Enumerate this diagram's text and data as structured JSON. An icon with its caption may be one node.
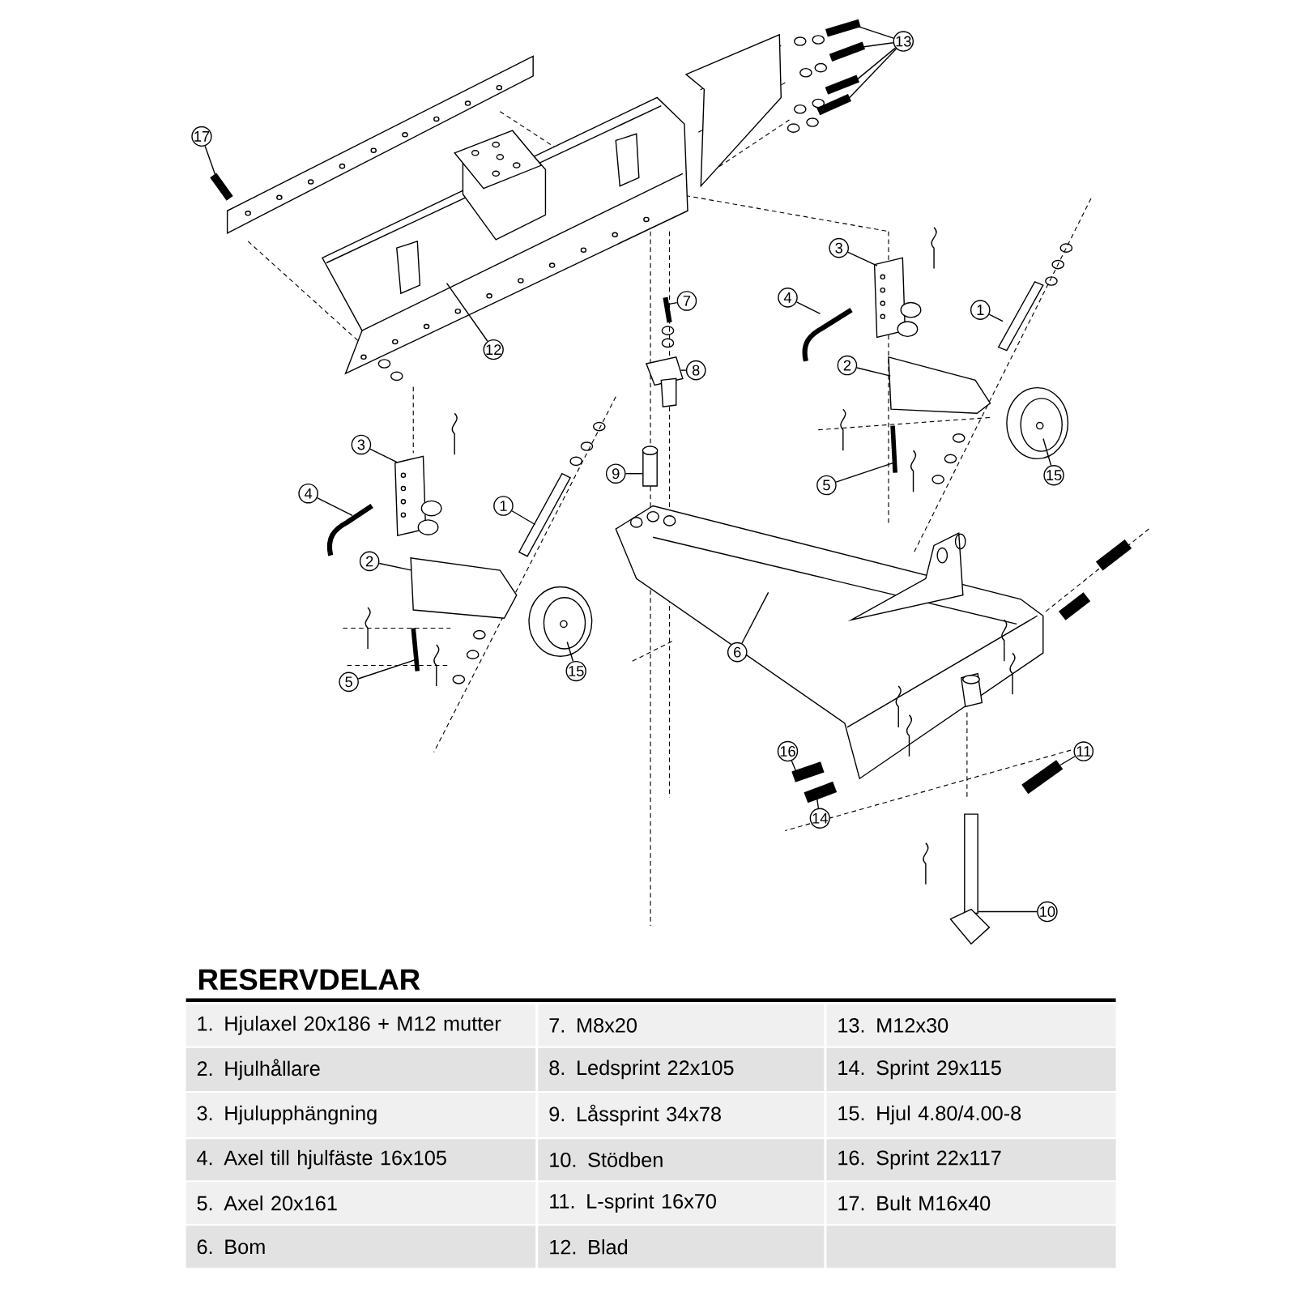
{
  "diagram": {
    "title": "RESERVDELAR",
    "nodes": [
      {
        "text": [
          "17"
        ]
      },
      {
        "text": [
          "13"
        ]
      },
      {
        "text": [
          "12"
        ]
      },
      {
        "text": [
          "3"
        ]
      },
      {
        "text": [
          "4"
        ]
      },
      {
        "text": [
          "7"
        ]
      },
      {
        "text": [
          "8"
        ]
      },
      {
        "text": [
          "1"
        ]
      },
      {
        "text": [
          "2"
        ]
      },
      {
        "text": [
          "15"
        ]
      },
      {
        "text": [
          "5"
        ]
      },
      {
        "text": [
          "3"
        ]
      },
      {
        "text": [
          "4"
        ]
      },
      {
        "text": [
          "1"
        ]
      },
      {
        "text": [
          "9"
        ]
      },
      {
        "text": [
          "2"
        ]
      },
      {
        "text": [
          "5"
        ]
      },
      {
        "text": [
          "15"
        ]
      },
      {
        "text": [
          "6"
        ]
      },
      {
        "text": [
          "16"
        ]
      },
      {
        "text": [
          "14"
        ]
      },
      {
        "text": [
          "11"
        ]
      },
      {
        "text": [
          "10"
        ]
      },
      {
        "text": [],
        "shape": "picture"
      },
      {
        "text": [],
        "shape": "picture"
      },
      {
        "text": [],
        "shape": "picture"
      },
      {
        "text": [],
        "shape": "picture"
      },
      {
        "text": [],
        "shape": "picture"
      },
      {
        "text": [],
        "shape": "picture"
      },
      {
        "text": [],
        "shape": "picture"
      },
      {
        "text": [],
        "shape": "picture"
      },
      {
        "text": [],
        "shape": "picture"
      },
      {
        "text": [],
        "shape": "picture"
      },
      {
        "text": [],
        "shape": "picture"
      },
      {
        "text": [],
        "shape": "picture"
      },
      {
        "text": [],
        "shape": "picture"
      },
      {
        "text": [],
        "shape": "picture"
      },
      {
        "text": [],
        "shape": "picture"
      },
      {
        "text": [],
        "shape": "picture"
      },
      {
        "text": [],
        "shape": "picture"
      },
      {
        "text": [],
        "shape": "cylinder"
      },
      {
        "text": [],
        "shape": "picture"
      },
      {
        "text": [],
        "shape": "picture"
      },
      {
        "text": [],
        "shape": "picture"
      },
      {
        "text": [],
        "shape": "picture"
      },
      {
        "text": [],
        "shape": "picture"
      },
      {
        "text": [],
        "shape": "picture"
      },
      {
        "text": [],
        "shape": "picture"
      },
      {
        "text": [],
        "shape": "picture"
      }
    ],
    "edges": [
      {
        "from": 0,
        "to": 23,
        "arrow": "none"
      },
      {
        "from": 1,
        "to": 24,
        "arrow": "none"
      },
      {
        "from": 1,
        "to": 25,
        "arrow": "none"
      },
      {
        "from": 1,
        "to": 26,
        "arrow": "none"
      },
      {
        "from": 1,
        "to": 27,
        "arrow": "none"
      },
      {
        "from": 2,
        "to": 28,
        "arrow": "none"
      },
      {
        "from": 3,
        "to": 29,
        "arrow": "none"
      },
      {
        "from": 4,
        "to": 30,
        "arrow": "none"
      },
      {
        "from": 5,
        "to": 31,
        "arrow": "none"
      },
      {
        "from": 6,
        "to": 32,
        "arrow": "none"
      },
      {
        "from": 7,
        "to": 33,
        "arrow": "none"
      },
      {
        "from": 8,
        "to": 34,
        "arrow": "none"
      },
      {
        "from": 9,
        "to": 35,
        "arrow": "none"
      },
      {
        "from": 10,
        "to": 36,
        "arrow": "none"
      },
      {
        "from": 11,
        "to": 37,
        "arrow": "none"
      },
      {
        "from": 12,
        "to": 38,
        "arrow": "none"
      },
      {
        "from": 13,
        "to": 39,
        "arrow": "none"
      },
      {
        "from": 14,
        "to": 40,
        "arrow": "none"
      },
      {
        "from": 15,
        "to": 41,
        "arrow": "none"
      },
      {
        "from": 16,
        "to": 42,
        "arrow": "none"
      },
      {
        "from": 17,
        "to": 43,
        "arrow": "none"
      },
      {
        "from": 18,
        "to": 44,
        "arrow": "none"
      },
      {
        "from": 19,
        "to": 45,
        "arrow": "none"
      },
      {
        "from": 20,
        "to": 46,
        "arrow": "none"
      },
      {
        "from": 21,
        "to": 47,
        "arrow": "none"
      },
      {
        "from": 22,
        "to": 48,
        "arrow": "none"
      }
    ],
    "labels": [
      "1. Hjulaxel 20x186 + M12 mutter",
      "7. M8x20",
      "13. M12x30",
      "2. Hjulhållare",
      "8. Ledsprint 22x105",
      "14. Sprint 29x115",
      "3. Hjulupphängning",
      "9. Låssprint 34x78",
      "15. Hjul 4.80/4.00-8",
      "4. Axel till hjulfäste 16x105",
      "10. Stödben",
      "16. Sprint 22x117",
      "5. Axel 20x161",
      "11. L-sprint 16x70",
      "17. Bult M16x40",
      "6. Bom",
      "12. Blad"
    ]
  }
}
